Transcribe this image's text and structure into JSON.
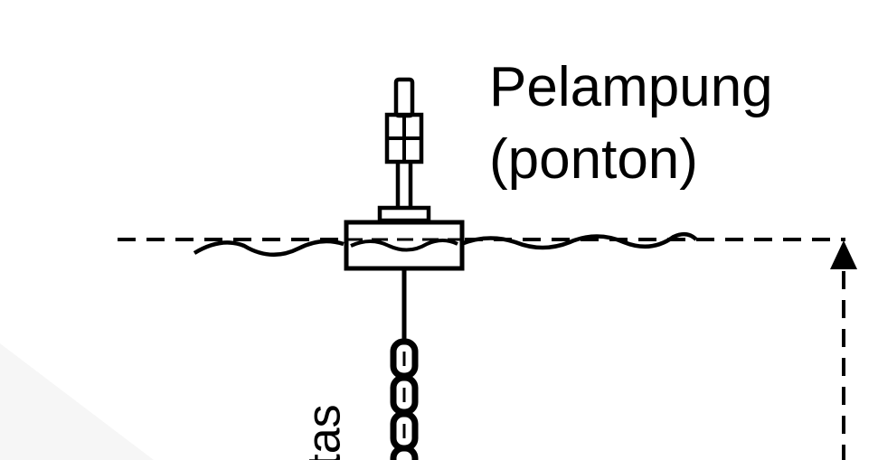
{
  "labels": {
    "float_line_1": "Pelampung",
    "float_line_2": "(ponton)",
    "chain_label_partial": "tas"
  },
  "icons": {
    "buoy": "buoy-icon",
    "water_surface": "wave-icon",
    "chain": "chain-icon",
    "arrow_up": "arrow-up-icon"
  },
  "colors": {
    "line": "#000000",
    "background": "#ffffff",
    "shadow": "#f3f3f3"
  }
}
